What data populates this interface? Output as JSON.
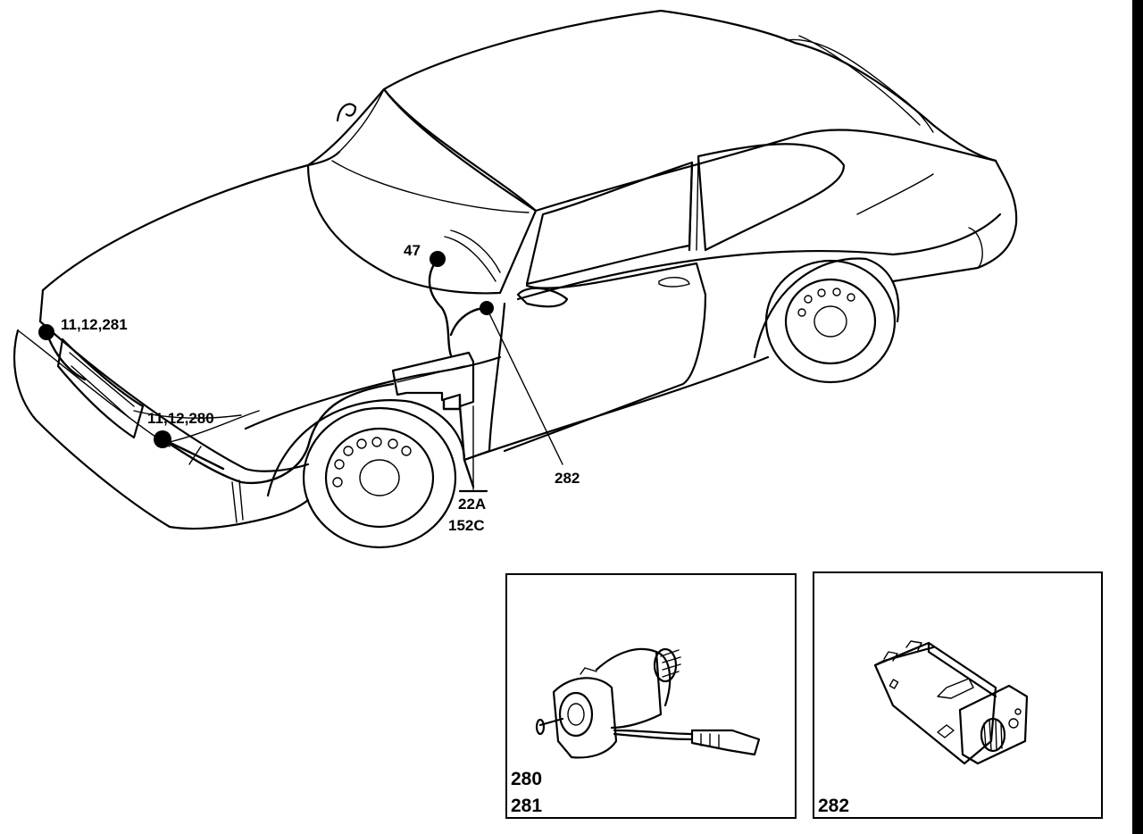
{
  "callouts": {
    "front_left_upper": "11,12,281",
    "front_left_lower": "11,12,280",
    "dash_module": "47",
    "dash_switch": "282",
    "relay_top": "22A",
    "relay_bottom": "152C"
  },
  "detail_panels": {
    "actuator": {
      "label_top": "280",
      "label_bottom": "281"
    },
    "switch": {
      "label": "282"
    }
  }
}
